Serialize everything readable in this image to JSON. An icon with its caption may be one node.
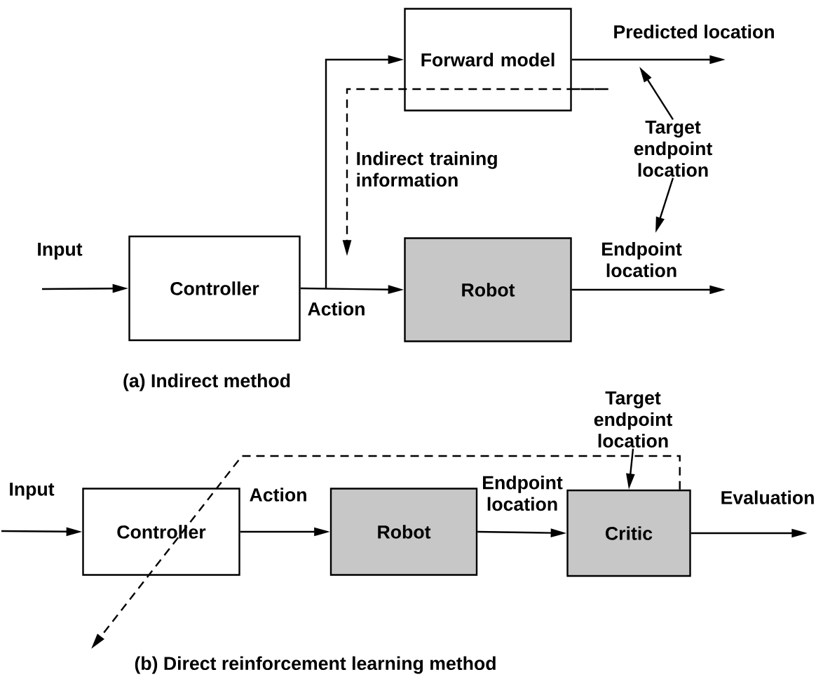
{
  "diagram": {
    "nodes": [
      {
        "text": [
          "Controller"
        ]
      },
      {
        "text": [
          "Forward model"
        ]
      },
      {
        "text": [
          "Robot"
        ]
      },
      {
        "text": [
          "Target endpoint location"
        ]
      },
      {
        "text": [
          "Controller"
        ]
      },
      {
        "text": [
          "Robot"
        ]
      },
      {
        "text": [
          "Critic"
        ]
      },
      {
        "text": [
          "Target endpoint location"
        ]
      }
    ],
    "edges": [
      {
        "from": null,
        "to": 0,
        "arrow": "to",
        "label": "Input"
      },
      {
        "from": 0,
        "to": 2,
        "arrow": "to",
        "label": "Action"
      },
      {
        "from": 0,
        "to": 1,
        "arrow": "to"
      },
      {
        "from": 1,
        "to": null,
        "arrow": "to",
        "label": "Predicted location"
      },
      {
        "from": 2,
        "to": null,
        "arrow": "to",
        "label": "Endpoint location"
      },
      {
        "from": 3,
        "to": null,
        "arrow": "to"
      },
      {
        "from": 3,
        "to": null,
        "arrow": "to"
      },
      {
        "from": 1,
        "to": null,
        "arrow": "to",
        "style": "dashed",
        "label": "Indirect training information"
      },
      {
        "from": null,
        "to": 4,
        "arrow": "to",
        "label": "Input"
      },
      {
        "from": 4,
        "to": 5,
        "arrow": "to",
        "label": "Action"
      },
      {
        "from": 5,
        "to": 6,
        "arrow": "to",
        "label": "Endpoint location"
      },
      {
        "from": 6,
        "to": null,
        "arrow": "to",
        "label": "Evaluation"
      },
      {
        "from": 7,
        "to": 6,
        "arrow": "to"
      },
      {
        "from": 6,
        "to": null,
        "arrow": "to",
        "style": "dashed"
      }
    ],
    "labels": [
      "(a) Indirect method",
      "(b) Direct reinforcement learning method"
    ]
  }
}
